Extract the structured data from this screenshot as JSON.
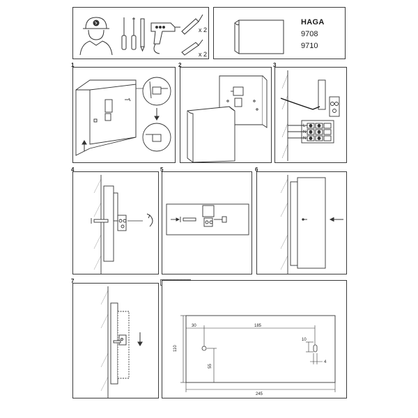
{
  "header": {
    "brand": "HAGA",
    "codes": [
      "9708",
      "9710"
    ],
    "tools": {
      "count_1": "x 2",
      "count_2": "x 2"
    }
  },
  "steps": [
    "1",
    "2",
    "3",
    "4",
    "5",
    "6",
    "7"
  ],
  "wiring": {
    "terminals": [
      "L",
      "N",
      "N"
    ]
  },
  "dimensions": {
    "top_left": "30",
    "top_span": "185",
    "height": "110",
    "lower_height": "55",
    "right_top": "10",
    "right_small": "4",
    "total_width": "245"
  }
}
